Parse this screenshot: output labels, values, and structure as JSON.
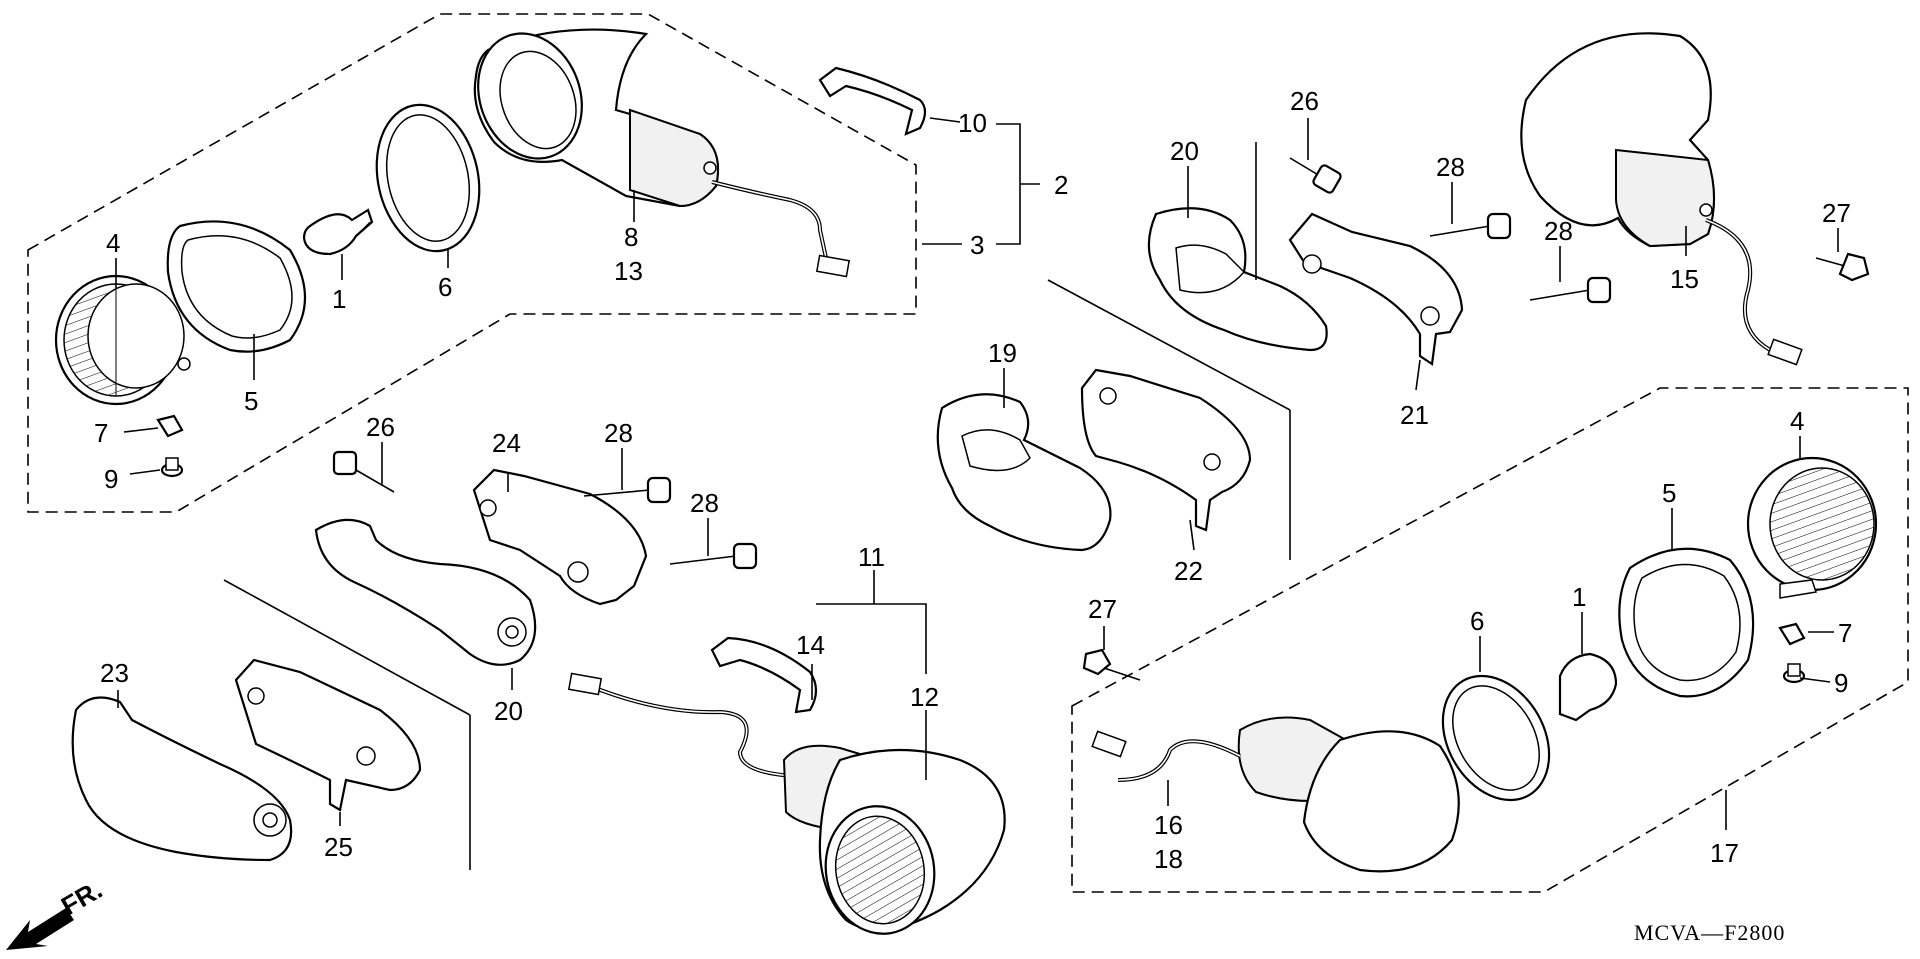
{
  "diagram": {
    "code": "MCVA—F2800",
    "direction_label": "FR.",
    "callouts": [
      {
        "id": "c4a",
        "text": "4"
      },
      {
        "id": "c5a",
        "text": "5"
      },
      {
        "id": "c1a",
        "text": "1"
      },
      {
        "id": "c6a",
        "text": "6"
      },
      {
        "id": "c7a",
        "text": "7"
      },
      {
        "id": "c9a",
        "text": "9"
      },
      {
        "id": "c8",
        "text": "8"
      },
      {
        "id": "c13",
        "text": "13"
      },
      {
        "id": "c10",
        "text": "10"
      },
      {
        "id": "c2",
        "text": "2"
      },
      {
        "id": "c3",
        "text": "3"
      },
      {
        "id": "c26a",
        "text": "26"
      },
      {
        "id": "c20a",
        "text": "20"
      },
      {
        "id": "c28a",
        "text": "28"
      },
      {
        "id": "c28b",
        "text": "28"
      },
      {
        "id": "c21",
        "text": "21"
      },
      {
        "id": "c27a",
        "text": "27"
      },
      {
        "id": "c15",
        "text": "15"
      },
      {
        "id": "c19",
        "text": "19"
      },
      {
        "id": "c22",
        "text": "22"
      },
      {
        "id": "c26b",
        "text": "26"
      },
      {
        "id": "c24",
        "text": "24"
      },
      {
        "id": "c28c",
        "text": "28"
      },
      {
        "id": "c28d",
        "text": "28"
      },
      {
        "id": "c20b",
        "text": "20"
      },
      {
        "id": "c11",
        "text": "11"
      },
      {
        "id": "c14",
        "text": "14"
      },
      {
        "id": "c12",
        "text": "12"
      },
      {
        "id": "c23",
        "text": "23"
      },
      {
        "id": "c25",
        "text": "25"
      },
      {
        "id": "c4b",
        "text": "4"
      },
      {
        "id": "c5b",
        "text": "5"
      },
      {
        "id": "c6b",
        "text": "6"
      },
      {
        "id": "c1b",
        "text": "1"
      },
      {
        "id": "c7b",
        "text": "7"
      },
      {
        "id": "c9b",
        "text": "9"
      },
      {
        "id": "c27b",
        "text": "27"
      },
      {
        "id": "c16",
        "text": "16"
      },
      {
        "id": "c18",
        "text": "18"
      },
      {
        "id": "c17",
        "text": "17"
      }
    ]
  }
}
